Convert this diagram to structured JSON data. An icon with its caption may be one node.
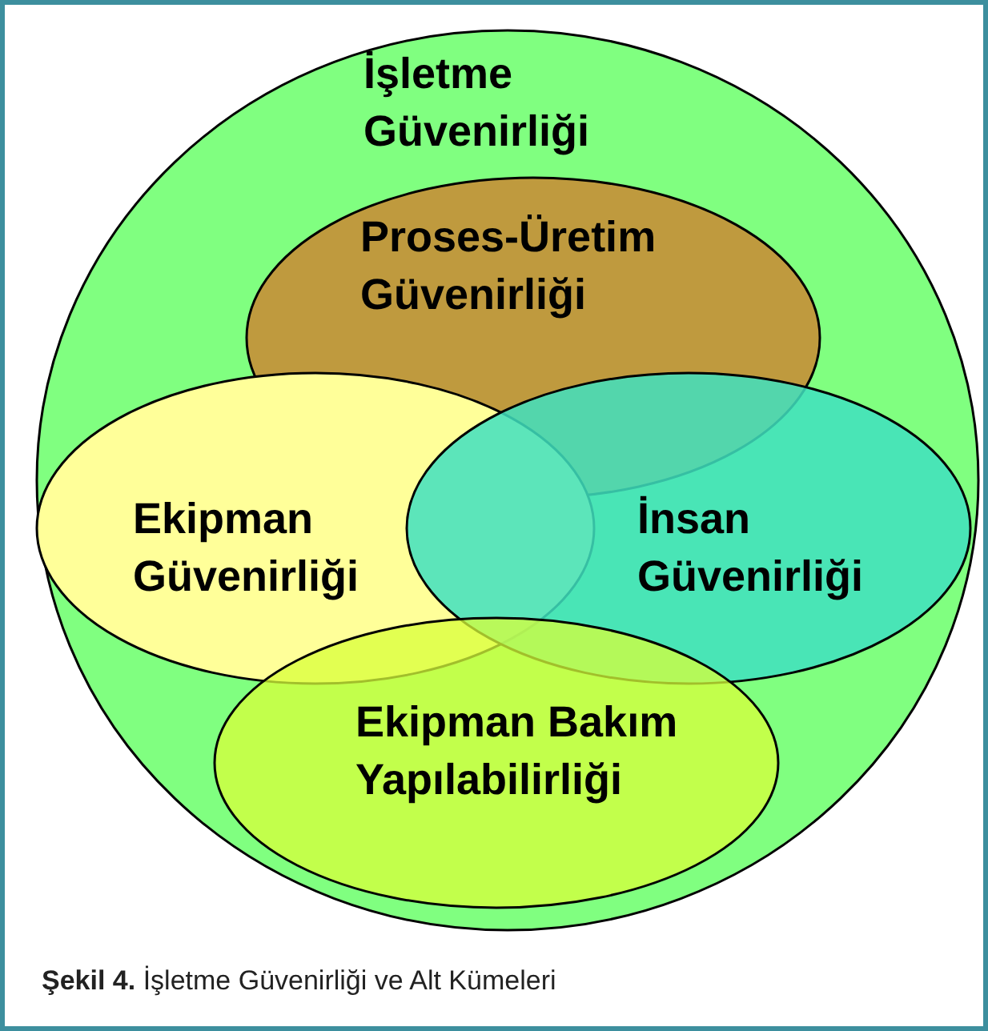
{
  "diagram": {
    "caption": "**Şekil 4.** İşletme Güvenirliği ve Alt Kümeleri",
    "nodes": [
      {
        "text": [
          "İşletme Güvenirliği"
        ]
      },
      {
        "text": [
          "Proses-Üretim Güvenirliği"
        ],
        "in": 0
      },
      {
        "text": [
          "Ekipman Güvenirliği"
        ],
        "in": 0
      },
      {
        "text": [
          "İnsan Güvenirliği"
        ],
        "in": 0
      },
      {
        "text": [
          "Ekipman Bakım Yapılabilirliği"
        ],
        "in": 0
      }
    ]
  }
}
